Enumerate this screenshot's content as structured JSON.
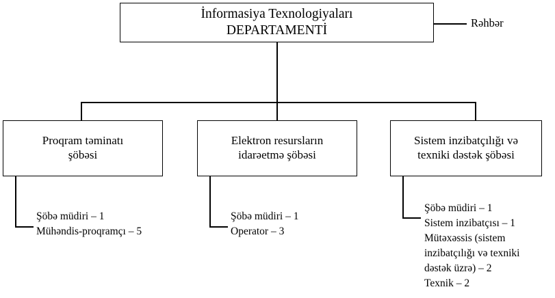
{
  "chart_data": {
    "type": "diagram",
    "title": "İnformasiya Texnologiyaları DEPARTAMENTİ",
    "layout": "top-down organizational tree, 1 root node with 3 child nodes, each child annotated with a staff roster"
  },
  "head": {
    "title": "İnformasiya Texnologiyaları\nDEPARTAMENTİ",
    "side_label": "Rəhbər"
  },
  "departments": [
    {
      "name": "Proqram təminatı\nşöbəsi",
      "staff": [
        "Şöbə müdiri – 1",
        "Mühəndis-proqramçı – 5"
      ]
    },
    {
      "name": "Elektron resursların\nidarəetmə şöbəsi",
      "staff": [
        "Şöbə müdiri – 1",
        "Operator – 3"
      ]
    },
    {
      "name": "Sistem inzibatçılığı və\ntexniki dəstək şöbəsi",
      "staff": [
        "Şöbə müdiri – 1",
        "Sistem inzibatçısı – 1",
        "Mütəxəssis (sistem inzibatçılığı və texniki dəstək üzrə) – 2",
        "Texnik – 2"
      ]
    }
  ],
  "colors": {
    "line": "#000000",
    "background": "#ffffff",
    "text": "#000000"
  }
}
